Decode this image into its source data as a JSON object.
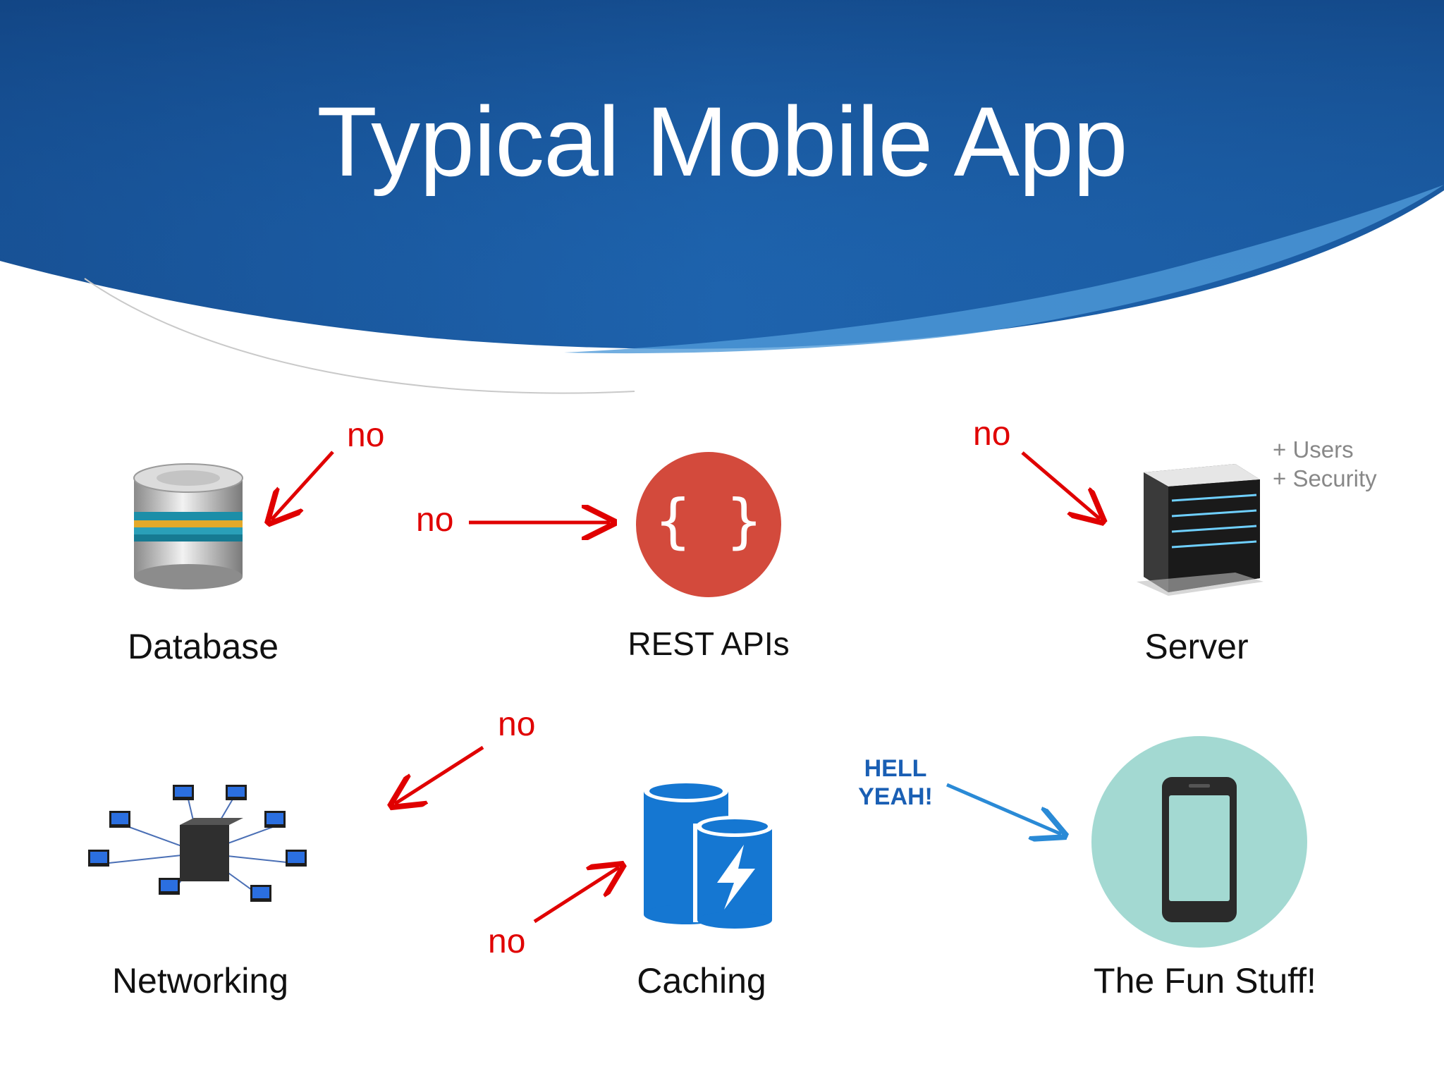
{
  "slide": {
    "title": "Typical Mobile App"
  },
  "nodes": {
    "database": {
      "label": "Database",
      "icon": "database-icon"
    },
    "rest_apis": {
      "label": "REST APIs",
      "icon": "rest-api-icon",
      "glyph": "{ }",
      "color": "#d34a3c"
    },
    "server": {
      "label": "Server",
      "icon": "server-icon",
      "notes": [
        "+ Users",
        "+ Security"
      ]
    },
    "networking": {
      "label": "Networking",
      "icon": "network-icon"
    },
    "caching": {
      "label": "Caching",
      "icon": "cache-icon",
      "color": "#1577d2"
    },
    "fun_stuff": {
      "label": "The Fun Stuff!",
      "icon": "phone-icon",
      "color": "#a3d9d2"
    }
  },
  "annotations": {
    "no_database": "no",
    "no_rest": "no",
    "no_server": "no",
    "no_networking": "no",
    "no_caching": "no",
    "hell_yeah_line1": "HELL",
    "hell_yeah_line2": "YEAH!"
  },
  "colors": {
    "header_blue": "#1b5ea8",
    "no_red": "#e00000",
    "yes_blue": "#2a8ad6"
  }
}
